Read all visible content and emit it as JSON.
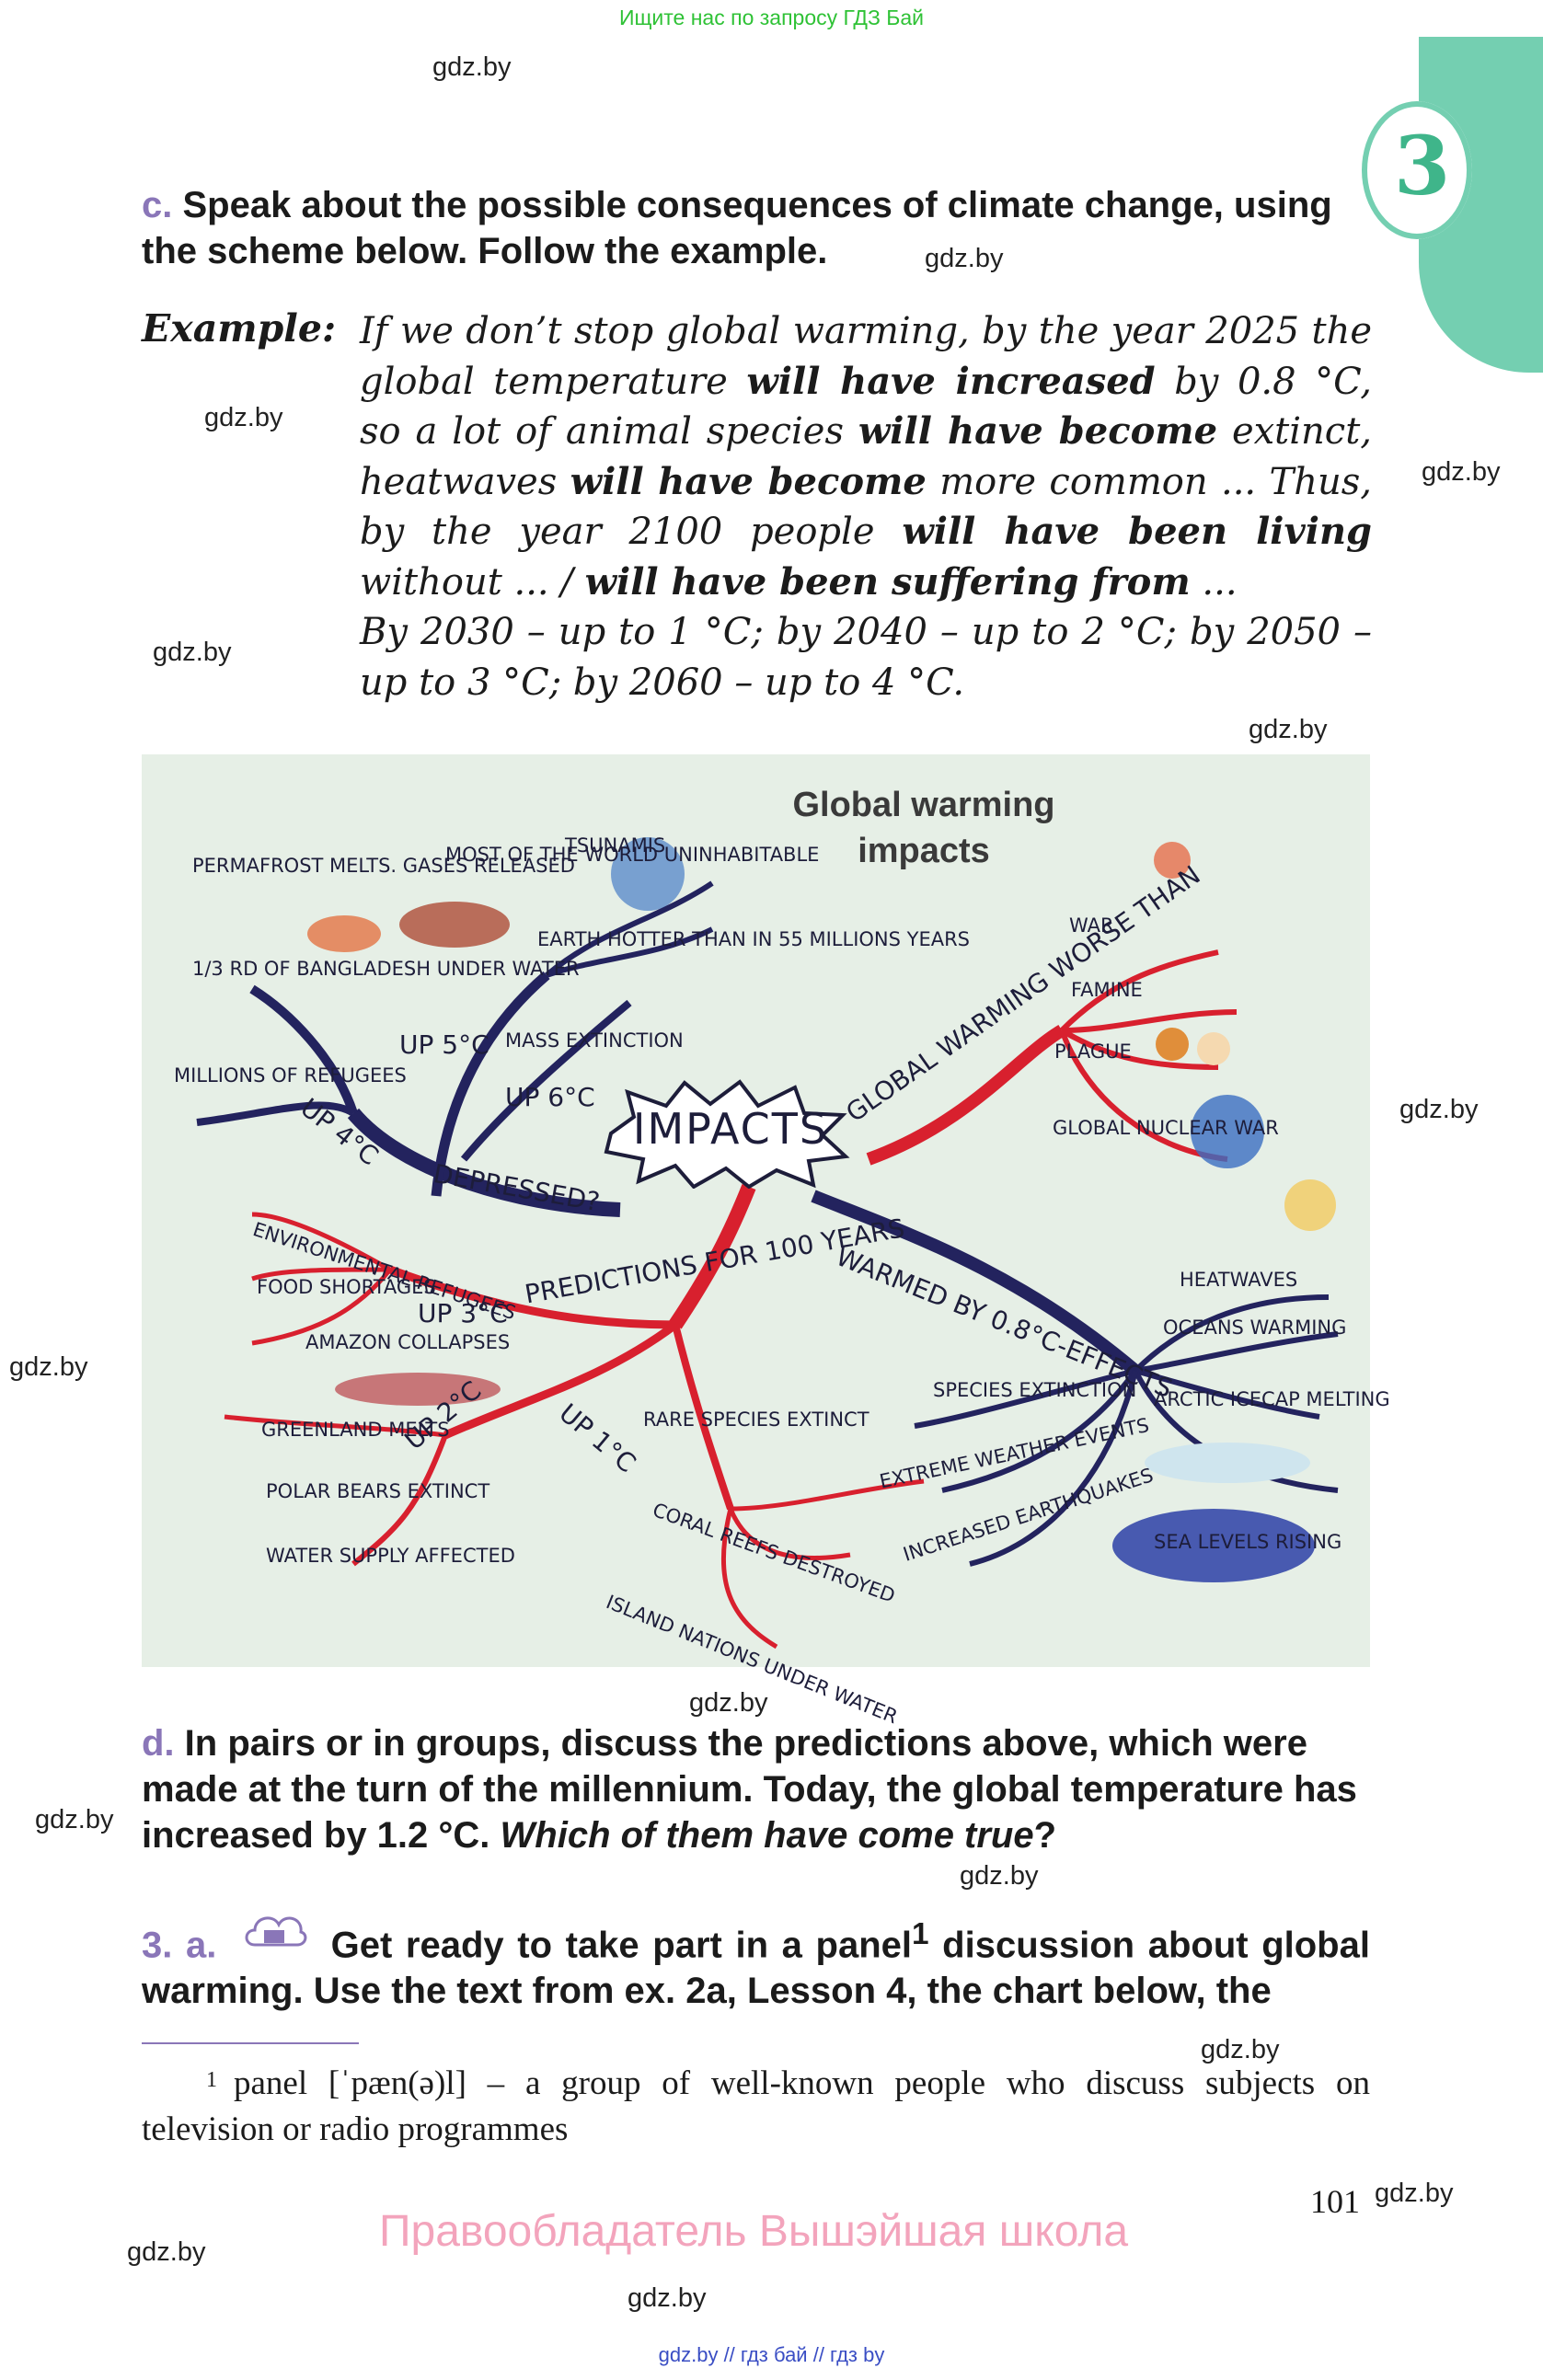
{
  "top_note": "Ищите нас по запросу ГДЗ Бай",
  "watermark": "gdz.by",
  "chapter_number": "3",
  "task_c": {
    "letter": "c.",
    "text": "Speak about the possible consequences of climate change, using the scheme below. Follow the example."
  },
  "example": {
    "label": "Example:",
    "parts": [
      {
        "t": "If we don’t stop global warming, by the year 2025 the global temperature ",
        "b": false
      },
      {
        "t": "will have increased",
        "b": true
      },
      {
        "t": " by 0.8 °C, so a lot of animal species ",
        "b": false
      },
      {
        "t": "will have become",
        "b": true
      },
      {
        "t": " extinct, heatwaves ",
        "b": false
      },
      {
        "t": "will have become",
        "b": true
      },
      {
        "t": " more common ... Thus, by the year 2100 people ",
        "b": false
      },
      {
        "t": "will have been living",
        "b": true
      },
      {
        "t": " without ... / ",
        "b": false
      },
      {
        "t": "will have been suffering from",
        "b": true
      },
      {
        "t": " ...",
        "b": false
      }
    ],
    "line2": "By 2030 – up to 1 °C; by 2040 – up to 2 °C; by 2050 – up to 3 °C; by 2060 – up to 4 °C."
  },
  "diagram": {
    "title": "Global warming impacts",
    "center": "IMPACTS",
    "labels": {
      "permafrost": "Permafrost melts. Gases released",
      "most_world": "Most of the world uninhabitable",
      "tsunamis": "Tsunamis",
      "earth_hotter": "Earth hotter than in 55 millions years",
      "bangladesh": "1/3 rd of Bangladesh under water",
      "up5": "Up 5°C",
      "mass_ext": "Mass extinction",
      "up6": "Up 6°C",
      "millions": "Millions of refugees",
      "up4": "Up 4°C",
      "depressed": "Depressed?",
      "gw_worse": "Global warming worse than",
      "war": "War",
      "famine": "Famine",
      "plague": "Plague",
      "gnw": "Global nuclear war",
      "env_ref": "Environmental refugees",
      "food": "Food shortages",
      "amazon": "Amazon collapses",
      "up3": "Up 3°C",
      "predictions": "Predictions for 100 years",
      "warmed": "Warmed by 0.8°C-effects",
      "heatwaves": "Heatwaves",
      "oceans": "Oceans warming",
      "arctic": "Arctic icecap melting",
      "sea": "Sea levels rising",
      "greenland": "Greenland melts",
      "up2": "Up 2°C",
      "up1": "Up 1°C",
      "rare": "Rare species extinct",
      "species_ext": "Species extinction",
      "extreme": "Extreme weather events",
      "quakes": "Increased earthquakes",
      "polar": "Polar bears extinct",
      "coral": "Coral reefs destroyed",
      "water": "Water supply affected",
      "island": "Island nations under water"
    }
  },
  "task_d": {
    "letter": "d.",
    "text1": "In pairs or in groups, discuss the predictions above, which were made at the turn of the millennium. Today, the global temperature has increased by 1.2 °C. ",
    "text2": "Which of them have come true",
    "text3": "?"
  },
  "task_3a": {
    "number": "3.",
    "letter": "a.",
    "text1": "Get ready to take part in a panel",
    "sup": "1",
    "text2": " discussion about global warming. Use the text from ex. 2a, Lesson 4, the chart below, the"
  },
  "footnote": {
    "num": "1",
    "text": "panel [ˈpæn(ə)l] – a group of well-known people who discuss subjects on television or radio programmes"
  },
  "page_number": "101",
  "copyright": "Правообладатель Вышэйшая школа",
  "bottom_note": "gdz.by  //  гдз бай  //  гдз by"
}
